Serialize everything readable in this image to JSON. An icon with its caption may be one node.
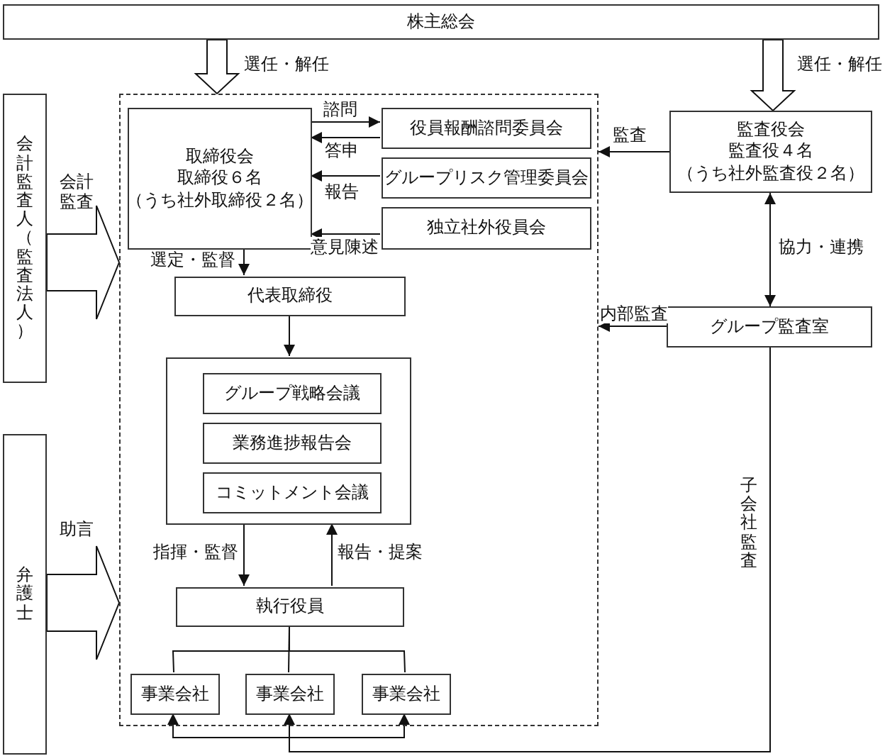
{
  "diagram": {
    "nodes": [
      {
        "text": [
          "株主総会"
        ]
      },
      {
        "text": [],
        "shape": "box"
      },
      {
        "text": [
          "取締役会",
          "取締役６名",
          "（うち社外取締役２名）"
        ],
        "in": 1
      },
      {
        "text": [
          "役員報酬諮問委員会"
        ],
        "in": 1
      },
      {
        "text": [
          "グループリスク管理委員会"
        ],
        "in": 1
      },
      {
        "text": [
          "独立社外役員会"
        ],
        "in": 1
      },
      {
        "text": [
          "代表取締役"
        ],
        "in": 1
      },
      {
        "text": [],
        "shape": "box",
        "in": 1
      },
      {
        "text": [
          "グループ戦略会議"
        ],
        "in": 7
      },
      {
        "text": [
          "業務進捗報告会"
        ],
        "in": 7
      },
      {
        "text": [
          "コミットメント会議"
        ],
        "in": 7
      },
      {
        "text": [
          "執行役員"
        ],
        "in": 1
      },
      {
        "text": [
          "事業会社"
        ],
        "in": 1
      },
      {
        "text": [
          "事業会社"
        ],
        "in": 1
      },
      {
        "text": [
          "事業会社"
        ],
        "in": 1
      },
      {
        "text": [
          "監査役会",
          "監査役４名",
          "（うち社外監査役２名）"
        ]
      },
      {
        "text": [
          "グループ監査室"
        ]
      },
      {
        "text": [
          "会計監査人（監査法人）"
        ]
      },
      {
        "text": [
          "弁護士"
        ]
      }
    ],
    "edges": [
      {
        "from": 0,
        "to": 1,
        "arrow": "to",
        "label": "選任・解任",
        "style": "thick"
      },
      {
        "from": 0,
        "to": 15,
        "arrow": "to",
        "label": "選任・解任",
        "style": "thick"
      },
      {
        "from": 17,
        "to": 1,
        "arrow": "to",
        "label": "会計監査",
        "style": "thick"
      },
      {
        "from": 18,
        "to": 1,
        "arrow": "to",
        "label": "助言",
        "style": "thick"
      },
      {
        "from": 2,
        "to": 3,
        "arrow": "to",
        "label": "諮問"
      },
      {
        "from": 3,
        "to": 2,
        "arrow": "to",
        "label": "答申"
      },
      {
        "from": 4,
        "to": 2,
        "arrow": "to",
        "label": "報告"
      },
      {
        "from": 5,
        "to": 2,
        "arrow": "to",
        "label": "意見陳述"
      },
      {
        "from": 15,
        "to": 1,
        "arrow": "to",
        "label": "監査"
      },
      {
        "from": 2,
        "to": 6,
        "arrow": "to",
        "label": "選定・監督"
      },
      {
        "from": 6,
        "to": 7,
        "arrow": "to"
      },
      {
        "from": 7,
        "to": 11,
        "arrow": "to",
        "label": "指揮・監督"
      },
      {
        "from": 11,
        "to": 7,
        "arrow": "to",
        "label": "報告・提案"
      },
      {
        "from": 11,
        "to": 12,
        "arrow": "none"
      },
      {
        "from": 11,
        "to": 13,
        "arrow": "none"
      },
      {
        "from": 11,
        "to": 14,
        "arrow": "none"
      },
      {
        "from": 15,
        "to": 16,
        "arrow": "both",
        "label": "協力・連携"
      },
      {
        "from": 16,
        "to": 1,
        "arrow": "to",
        "label": "内部監査"
      },
      {
        "from": 16,
        "to": 12,
        "arrow": "to"
      },
      {
        "from": 16,
        "to": 13,
        "arrow": "to",
        "label": "子会社監査"
      },
      {
        "from": 16,
        "to": 14,
        "arrow": "to"
      }
    ]
  }
}
